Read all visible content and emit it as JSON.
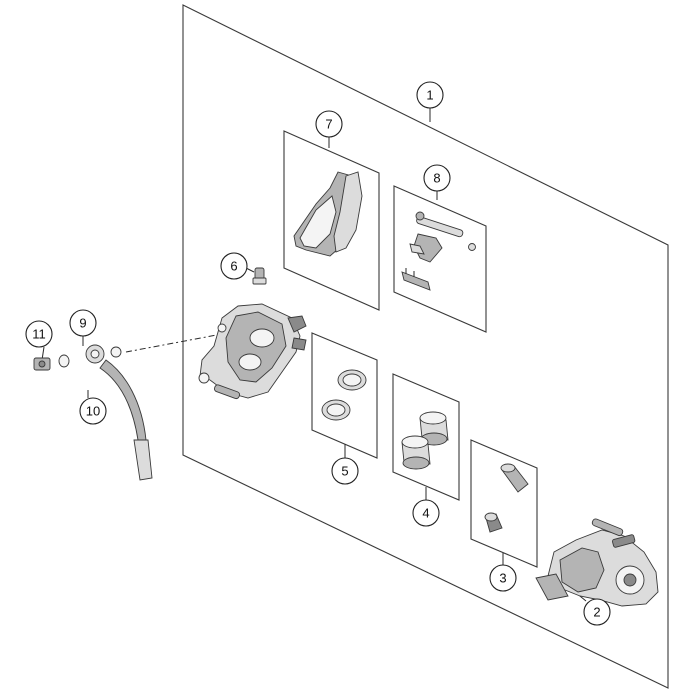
{
  "callouts": {
    "c1": "1",
    "c2": "2",
    "c3": "3",
    "c4": "4",
    "c5": "5",
    "c6": "6",
    "c7": "7",
    "c8": "8",
    "c9": "9",
    "c10": "10",
    "c11": "11"
  },
  "parts": {
    "c1": "brake-caliper-assembly",
    "c2": "brake-caliper-carrier",
    "c3": "guide-pin-kit",
    "c4": "piston-set",
    "c5": "seal-ring-kit",
    "c6": "bleeder-screw",
    "c7": "brake-pads",
    "c8": "pad-pin-kit",
    "c9": "sealing-washers",
    "c10": "brake-line",
    "c11": "banjo-bolt"
  },
  "colors": {
    "line": "#2a2a2a",
    "part_fill_light": "#dcdcdc",
    "part_fill_mid": "#b4b4b4",
    "part_fill_dark": "#8a8a8a"
  }
}
